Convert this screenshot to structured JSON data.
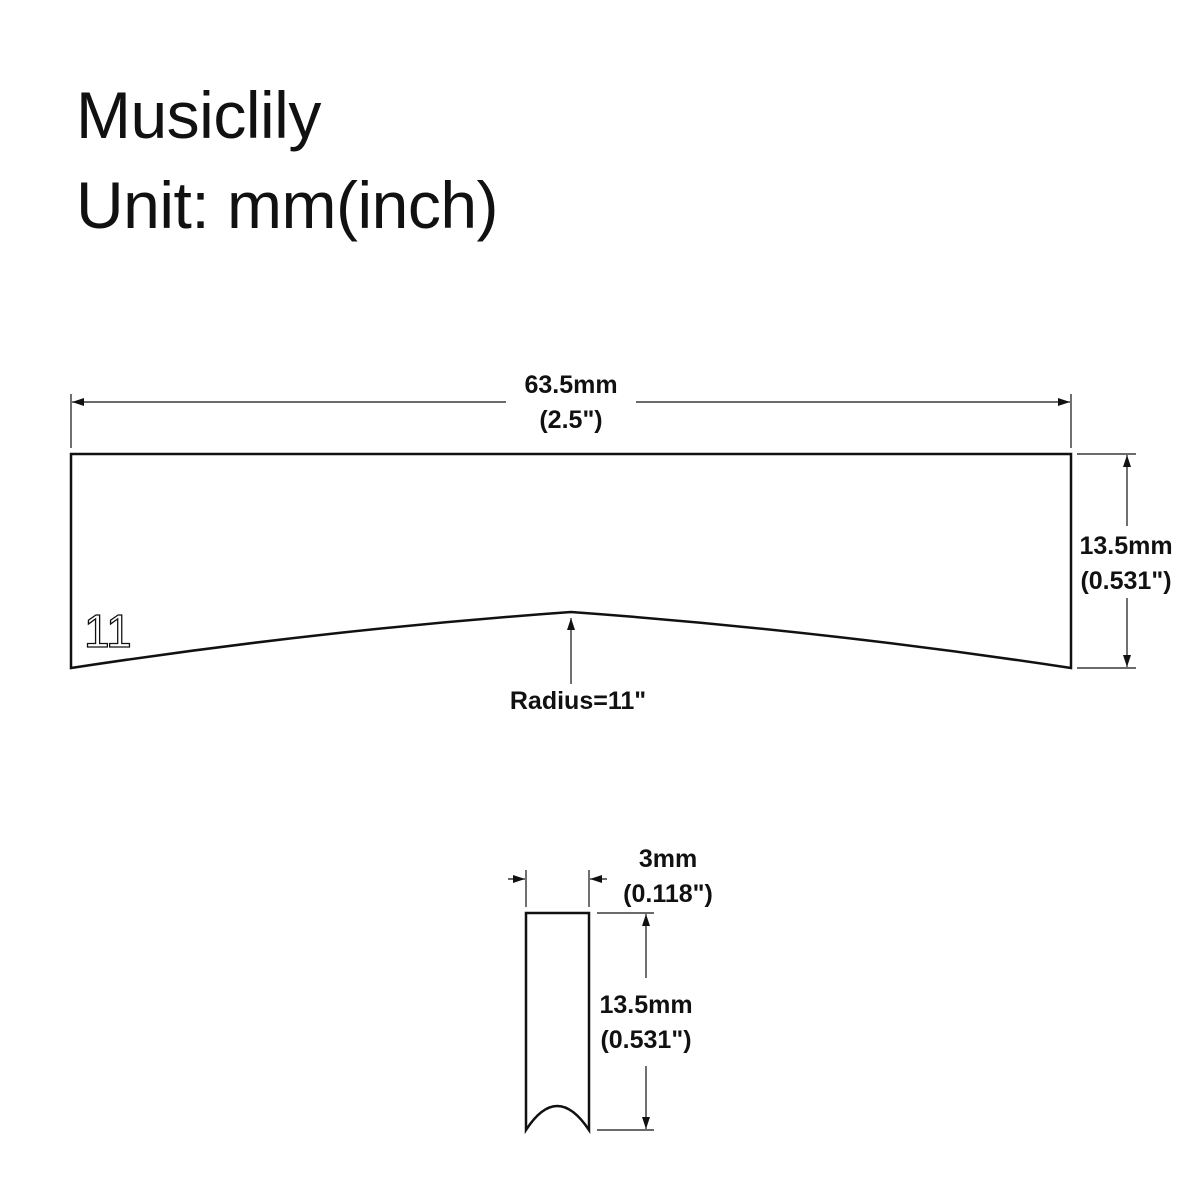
{
  "header": {
    "brand": "Musiclily",
    "unit": "Unit: mm(inch)"
  },
  "front_view": {
    "width_mm": "63.5mm",
    "width_in": "(2.5\")",
    "height_mm": "13.5mm",
    "height_in": "(0.531\")",
    "radius_label": "Radius=11\"",
    "engraved_mark": "11"
  },
  "side_view": {
    "thickness_mm": "3mm",
    "thickness_in": "(0.118\")",
    "height_mm": "13.5mm",
    "height_in": "(0.531\")"
  },
  "colors": {
    "line": "#111111",
    "background": "#ffffff"
  }
}
